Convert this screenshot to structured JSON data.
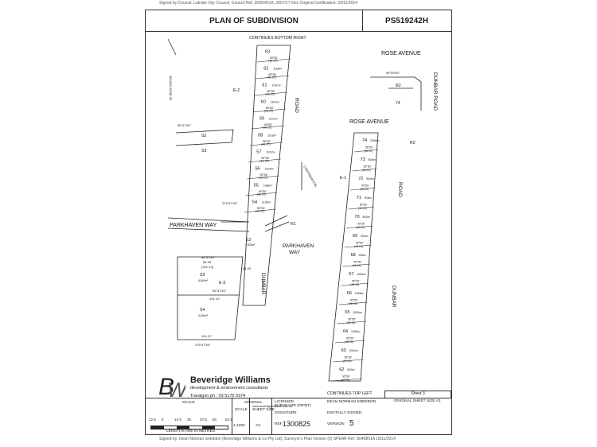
{
  "top_note": "Signed by Council: Latrobe City Council, Council Ref: 2006/401A, 2007/17-Dec Original Certification: 20/11/2014",
  "bottom_note": "Signed by: Dean Norman Sneddon (Beveridge Williams & Co Pty Ltd), Surveyor's Plan Version (5) SPEAR Ref: S040801A 18/11/2014",
  "header": {
    "title": "PLAN OF SUBDIVISION",
    "plan_number": "PS519242H"
  },
  "continues_bottom_right": "CONTINUES BOTTOM RIGHT",
  "continues_top_left": "CONTINUES TOP LEFT",
  "roads": {
    "rose_avenue_top": "ROSE AVENUE",
    "rose_avenue_mid": "ROSE AVENUE",
    "dunbar_road_top": "DUNBAR ROAD",
    "road_left": "ROAD",
    "dunbar_left": "DUNBAR",
    "road_right": "ROAD",
    "dunbar_right": "DUNBAR",
    "parkhaven_way_left": "PARKHAVEN WAY",
    "parkhaven_way_right_1": "PARKHAVEN",
    "parkhaven_way_right_2": "WAY"
  },
  "mga_zone": "MGA94 ZONE 55",
  "continuation": "CONTINUATION",
  "left_lots": [
    "63",
    "62",
    "61",
    "60",
    "59",
    "58",
    "57",
    "56",
    "55",
    "54"
  ],
  "right_lots": [
    "74",
    "73",
    "72",
    "71",
    "70",
    "69",
    "68",
    "67",
    "66",
    "65",
    "64",
    "63",
    "62"
  ],
  "left_areas": [
    "",
    "1153m²",
    "1101m²",
    "1101m²",
    "1101m²",
    "1101m²",
    "1101m²",
    "1103m²",
    "1086m²",
    "1125m²"
  ],
  "right_areas": [
    "2393m²",
    "903m²",
    "903m²",
    "903m²",
    "903m²",
    "903m²",
    "903m²",
    "1063m²",
    "1063m²",
    "1063m²",
    "1063m²",
    "1001m²",
    "903m²"
  ],
  "bearing": "95°50'",
  "dimension": "(46·20)",
  "other_labels": {
    "s2": "S2",
    "s3": "S3",
    "s2_lower": "S2",
    "s3_lower": "S3",
    "s4": "S4",
    "r1": "R1",
    "r2": "R2",
    "r2_mid": "R2",
    "e1": "E-1",
    "e2": "E-2",
    "e3": "E-3",
    "lot_74_top": "74",
    "bearing_a": "95°47'40\"",
    "bearing_b": "275°47'40\"",
    "bearing_c": "96°00'50\"",
    "bearing_d": "275°47'50\"",
    "dim_a": "56·93",
    "dim_b": "(101·13)",
    "dim_c": "101·10",
    "dim_d": "101·07",
    "dim_e": "64·20",
    "dim_f": "(42·20)",
    "area_s2": "1763m²",
    "area_s3": "4160m²",
    "area_s4": "4169m²"
  },
  "logo": {
    "company": "Beveridge Williams",
    "tagline": "development & environment consultants",
    "phone": "Traralgon ph : 03 5176 0374",
    "web": "www.beveridgewilliams.com.au"
  },
  "sheet_info": {
    "sheet": "Sheet 3",
    "original_size": "ORIGINAL SHEET SIZE A3"
  },
  "footer": {
    "scale_label": "SCALE",
    "scale_ticks": [
      "12·5",
      "0",
      "12·5",
      "25",
      "37·5",
      "50",
      "62·5"
    ],
    "scale_units": "LENGTHS ARE IN METRES",
    "scale_value_label": "SCALE",
    "scale_value": "1:1250",
    "original_label": "ORIGINAL",
    "sheet_size_label": "SHEET SIZE",
    "sheet_size": "A3",
    "surveyor_label": "LICENSED SURVEYOR (PRINT)",
    "surveyor_name": "DEAN NORMAN SNEDDON",
    "signature_label": "SIGNATURE",
    "digitally_signed": "DIGITALLY SIGNED",
    "ref_label": "REF.",
    "ref": "1300825",
    "version_label": "VERSION",
    "version": "5"
  }
}
